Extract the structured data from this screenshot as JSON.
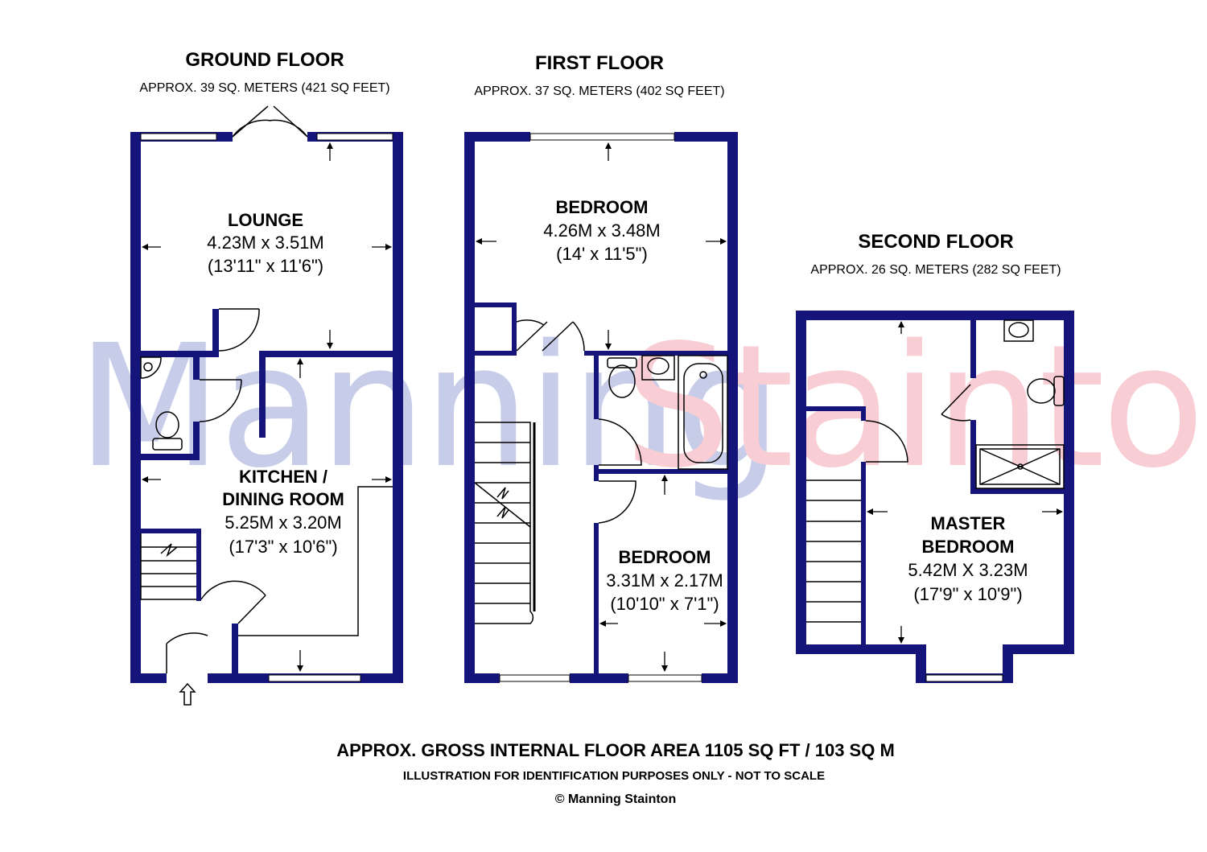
{
  "watermark": {
    "part1": "Manning",
    "part2": "Stainton",
    "color1": "#c7cde9",
    "color2": "#f8cdd3"
  },
  "colors": {
    "wall": "#14147a",
    "text": "#000000"
  },
  "floors": {
    "ground": {
      "title": "GROUND FLOOR",
      "area": "APPROX. 39 SQ. METERS (421 SQ FEET)",
      "rooms": {
        "lounge": {
          "name": "LOUNGE",
          "size_m": "4.23M x 3.51M",
          "size_ft": "(13'11\" x 11'6\")"
        },
        "kitchen": {
          "name_line1": "KITCHEN /",
          "name_line2": "DINING ROOM",
          "size_m": "5.25M x 3.20M",
          "size_ft": "(17'3\" x 10'6\")"
        }
      }
    },
    "first": {
      "title": "FIRST FLOOR",
      "area": "APPROX. 37 SQ. METERS (402 SQ FEET)",
      "rooms": {
        "bedroom1": {
          "name": "BEDROOM",
          "size_m": "4.26M x 3.48M",
          "size_ft": "(14' x 11'5\")"
        },
        "bedroom2": {
          "name": "BEDROOM",
          "size_m": "3.31M x 2.17M",
          "size_ft": "(10'10\" x 7'1\")"
        }
      }
    },
    "second": {
      "title": "SECOND FLOOR",
      "area": "APPROX. 26 SQ. METERS (282 SQ FEET)",
      "rooms": {
        "master": {
          "name_line1": "MASTER",
          "name_line2": "BEDROOM",
          "size_m": "5.42M X 3.23M",
          "size_ft": "(17'9\" x 10'9\")"
        }
      }
    }
  },
  "footer": {
    "total_area": "APPROX. GROSS INTERNAL FLOOR AREA 1105 SQ FT / 103 SQ M",
    "disclaimer": "ILLUSTRATION FOR IDENTIFICATION PURPOSES ONLY - NOT TO SCALE",
    "copyright": "© Manning Stainton"
  }
}
